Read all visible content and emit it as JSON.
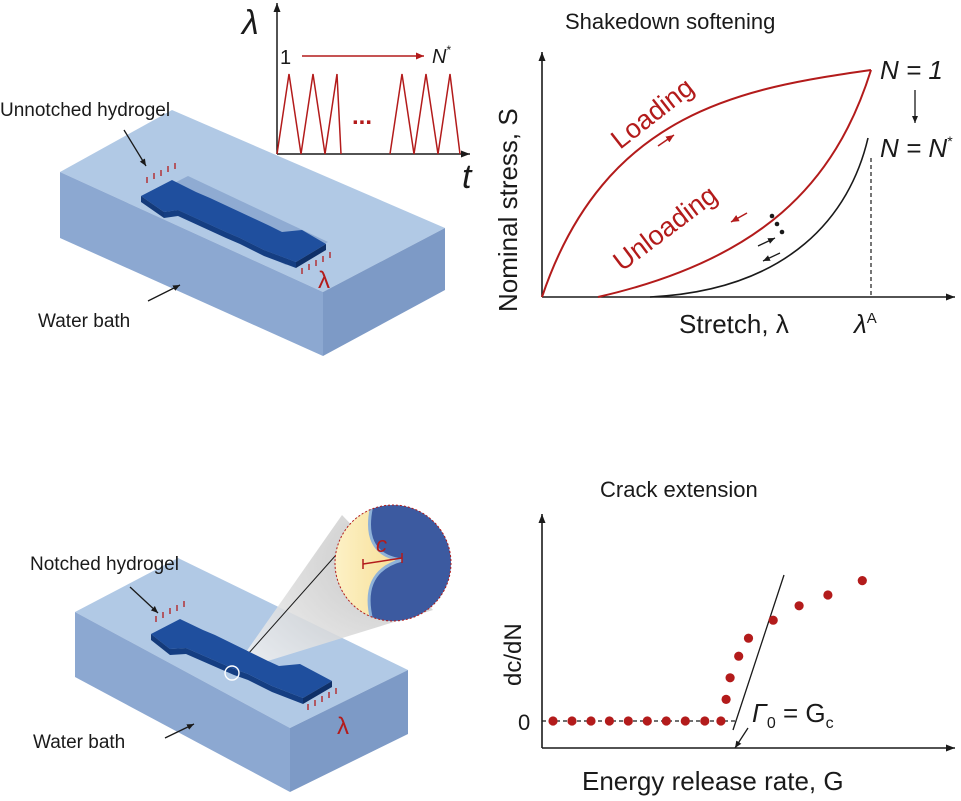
{
  "colors": {
    "red": "#b31b1b",
    "black": "#1a1a1a",
    "gel": "#2a58a8",
    "bath_top": "#a9c3e2",
    "bath_front": "#7f9fcc",
    "bath_side": "#6f8fc0",
    "crack_yellow": "#fbe7a6"
  },
  "panel_a": {
    "label_unnotched": "Unnotched hydrogel",
    "label_water": "Water bath",
    "stretch_symbol": "λ",
    "inset": {
      "ylabel": "λ",
      "xlabel": "t",
      "start_label": "1",
      "end_label": "N",
      "end_sup": "*",
      "dots": "..."
    }
  },
  "panel_b": {
    "title": "Shakedown softening",
    "ylabel": "Nominal stress, S",
    "xlabel": "Stretch, λ",
    "xtick": "λ",
    "xtick_sup": "A",
    "loading": "Loading",
    "unloading": "Unloading",
    "n1": "N = 1",
    "nstar": "N = N",
    "nstar_sup": "*"
  },
  "panel_c": {
    "label_notched": "Notched hydrogel",
    "label_water": "Water bath",
    "stretch_symbol": "λ",
    "crack_symbol": "c"
  },
  "panel_d": {
    "title": "Crack extension",
    "ylabel": "dc/dN",
    "xlabel": "Energy release rate, G",
    "zero": "0",
    "gamma": "Γ",
    "gamma_sub": "0",
    "equals": " = G",
    "gc_sub": "c"
  },
  "chart_data": {
    "type": "scatter",
    "title": "Crack extension",
    "xlabel": "Energy release rate, G",
    "ylabel": "dc/dN",
    "x": [
      0.12,
      0.45,
      0.78,
      1.1,
      1.43,
      1.76,
      2.09,
      2.42,
      2.76,
      3.04,
      3.13,
      3.2,
      3.35,
      3.52,
      3.95,
      4.4,
      4.9,
      5.5
    ],
    "y": [
      0,
      0,
      0,
      0,
      0,
      0,
      0,
      0,
      0,
      0,
      0.3,
      0.6,
      0.9,
      1.15,
      1.4,
      1.6,
      1.75,
      1.95
    ],
    "yticks": [
      "0"
    ],
    "annotation": "Γ0 = Gc",
    "threshold_x": 2.9
  }
}
